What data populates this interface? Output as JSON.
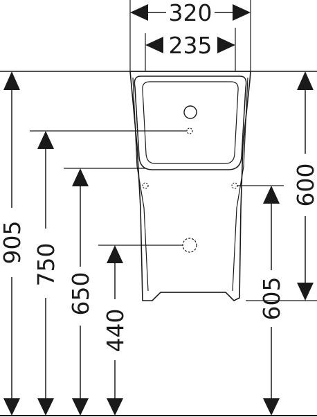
{
  "diagram": {
    "dimensions": {
      "top_width_outer": "320",
      "top_width_inner": "235",
      "height_total": "905",
      "height_inlet": "750",
      "height_fixing_upper": "650",
      "height_outlet": "440",
      "height_fixing_right": "605",
      "height_rim": "600"
    }
  }
}
